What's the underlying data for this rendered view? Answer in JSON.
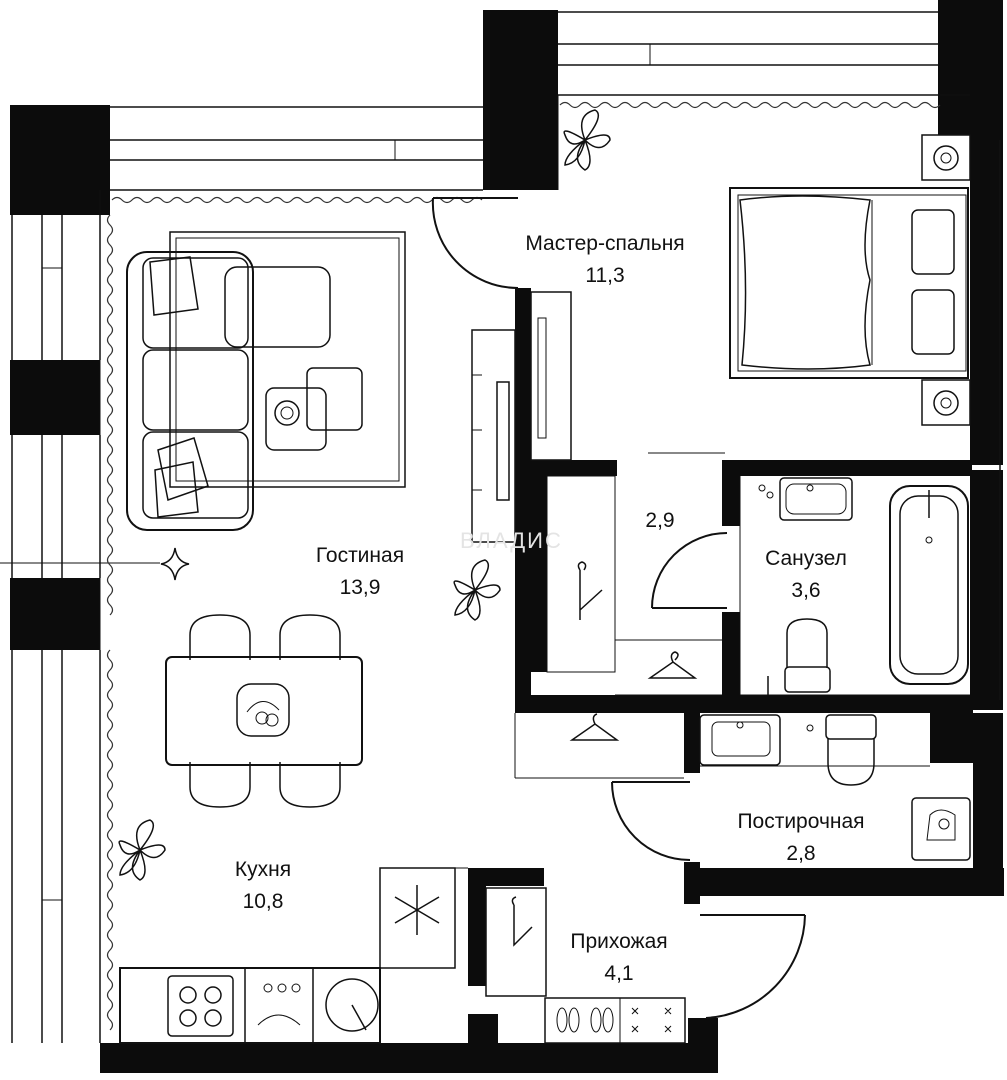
{
  "rooms": {
    "master_bedroom": {
      "name": "Мастер-спальня",
      "area": "11,3"
    },
    "living_room": {
      "name": "Гостиная",
      "area": "13,9"
    },
    "closet": {
      "name": "",
      "area": "2,9"
    },
    "bathroom": {
      "name": "Санузел",
      "area": "3,6"
    },
    "laundry": {
      "name": "Постирочная",
      "area": "2,8"
    },
    "kitchen": {
      "name": "Кухня",
      "area": "10,8"
    },
    "hallway": {
      "name": "Прихожая",
      "area": "4,1"
    }
  },
  "watermark": "ВЛАДИС",
  "colors": {
    "walls": "#0c0c0c",
    "lines": "#111111",
    "background": "#ffffff",
    "watermark": "#e4e4e4"
  }
}
